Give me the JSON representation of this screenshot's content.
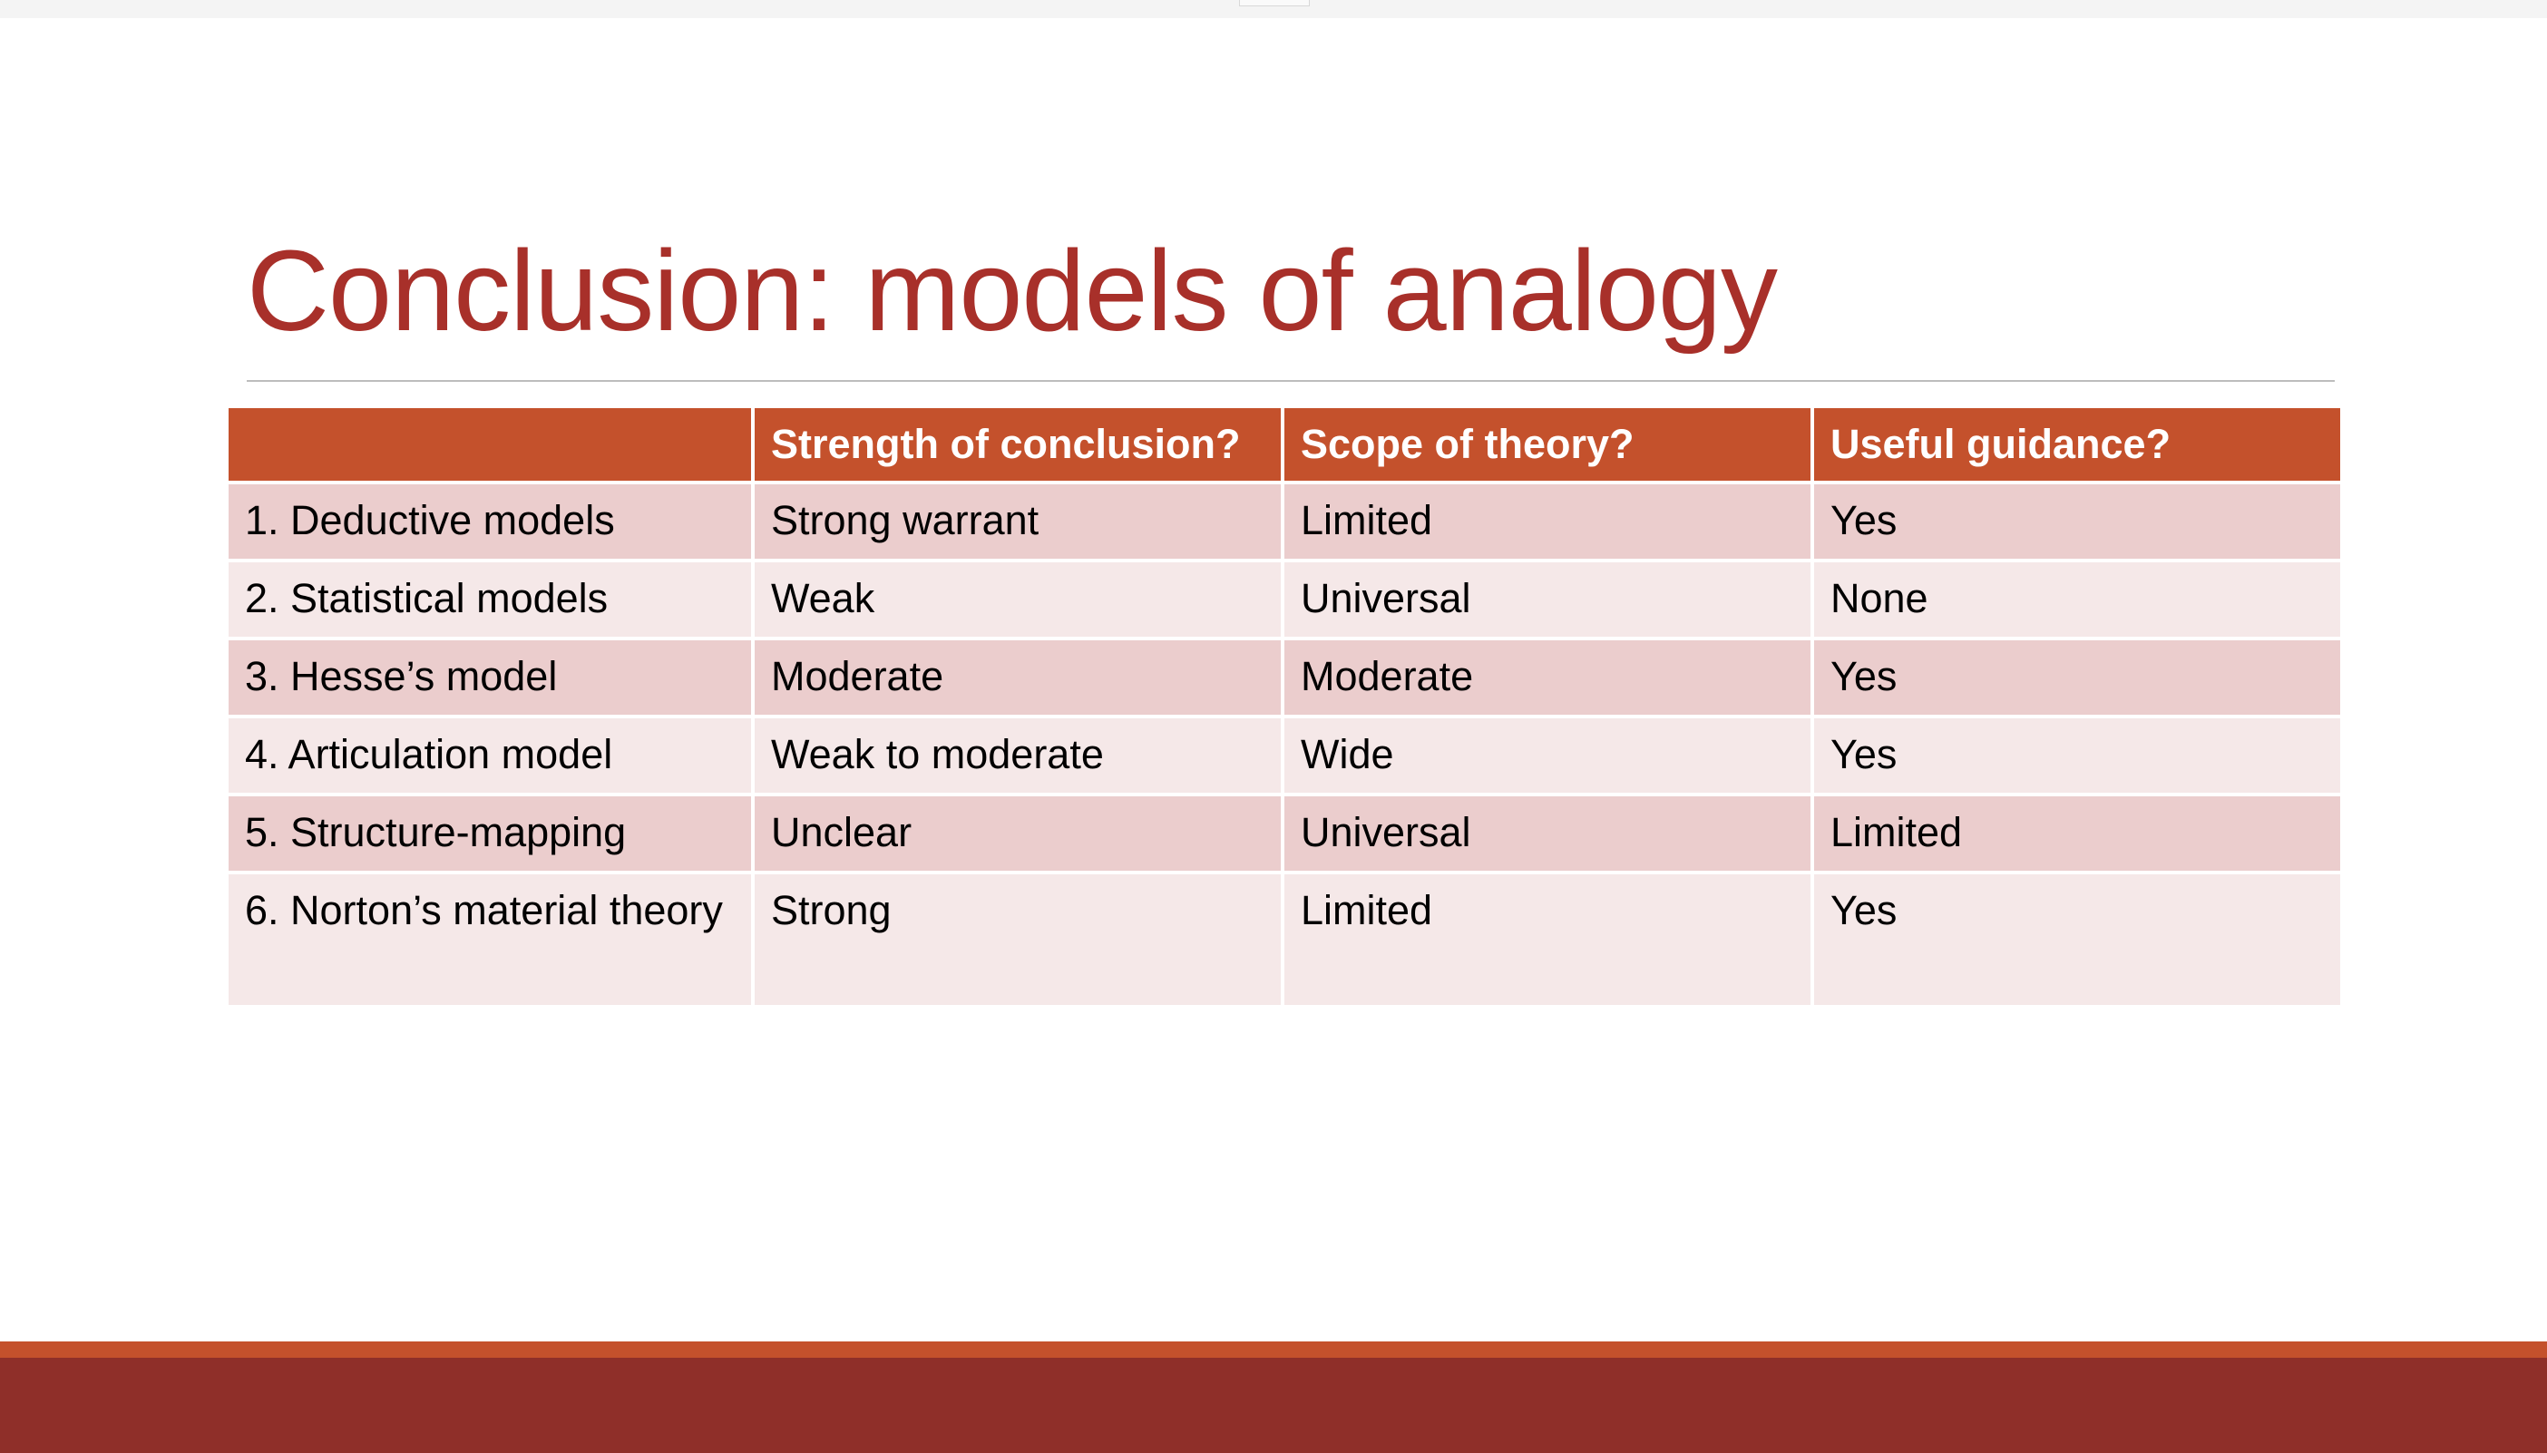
{
  "slide": {
    "title": "Conclusion: models of analogy"
  },
  "table": {
    "headers": [
      "",
      "Strength of conclusion?",
      "Scope of theory?",
      "Useful guidance?"
    ],
    "rows": [
      [
        "1. Deductive models",
        "Strong warrant",
        "Limited",
        "Yes"
      ],
      [
        "2. Statistical models",
        "Weak",
        "Universal",
        "None"
      ],
      [
        "3. Hesse’s model",
        "Moderate",
        "Moderate",
        "Yes"
      ],
      [
        "4. Articulation model",
        "Weak to moderate",
        "Wide",
        "Yes"
      ],
      [
        "5. Structure-mapping",
        "Unclear",
        "Universal",
        "Limited"
      ],
      [
        "6. Norton’s material theory",
        "Strong",
        "Limited",
        "Yes"
      ]
    ]
  },
  "colors": {
    "title": "#a8302a",
    "header_fill": "#c4512c",
    "row_odd": "#ebcdcd",
    "row_even": "#f5e8e8",
    "footer_band": "#8f2f29"
  }
}
